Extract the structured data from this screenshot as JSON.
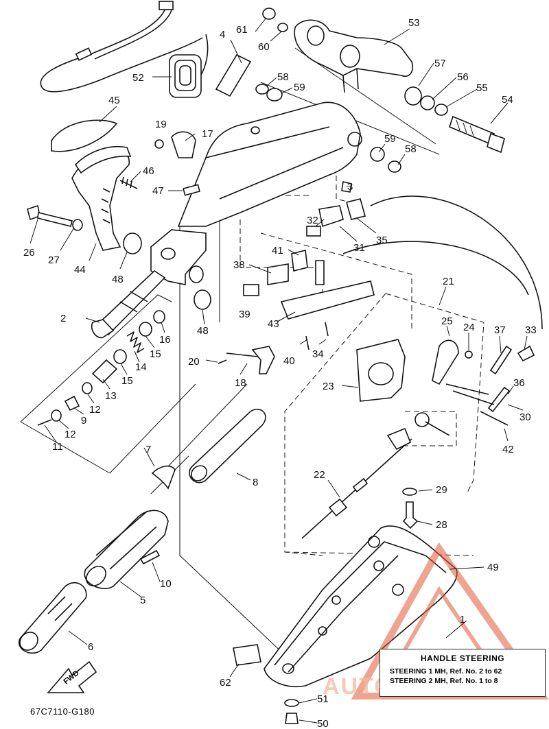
{
  "diagram_code": "67C7110-G180",
  "fwd_label": "FWD",
  "legend": {
    "title": "HANDLE STEERING",
    "rows": [
      "STEERING 1 MH,  Ref. No. 2 to 62",
      "STEERING 2 MH,  Ref. No. 1 to 8"
    ]
  },
  "watermark": "AUTO MOTO HUB",
  "callouts": [
    "1",
    "2",
    "3",
    "4",
    "5",
    "6",
    "7",
    "8",
    "9",
    "10",
    "11",
    "12",
    "12",
    "13",
    "14",
    "15",
    "15",
    "16",
    "17",
    "18",
    "19",
    "20",
    "21",
    "22",
    "23",
    "24",
    "25",
    "26",
    "27",
    "28",
    "29",
    "30",
    "31",
    "32",
    "33",
    "34",
    "35",
    "36",
    "37",
    "38",
    "39",
    "40",
    "41",
    "42",
    "43",
    "44",
    "45",
    "46",
    "47",
    "48",
    "48",
    "49",
    "50",
    "51",
    "52",
    "53",
    "54",
    "55",
    "56",
    "57",
    "58",
    "58",
    "59",
    "59",
    "60",
    "61",
    "62"
  ]
}
